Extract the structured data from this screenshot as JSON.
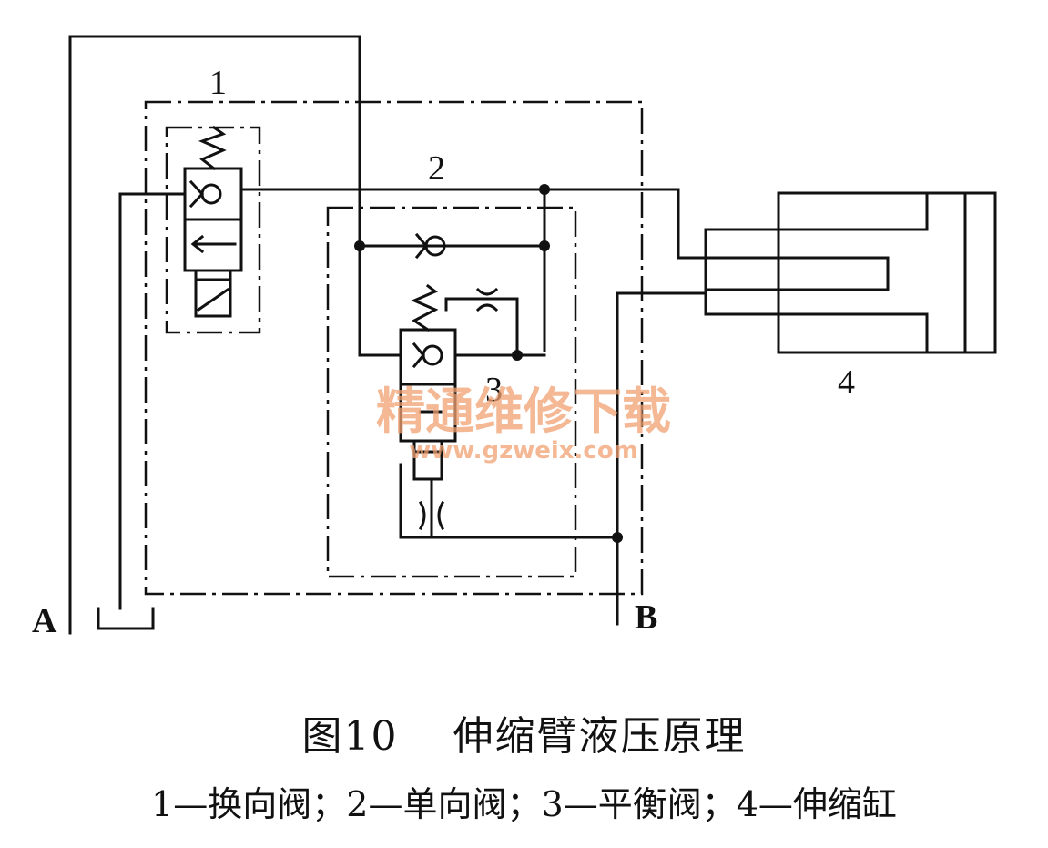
{
  "diagram": {
    "labels": {
      "component_1": "1",
      "component_2": "2",
      "component_3": "3",
      "component_4": "4",
      "port_a": "A",
      "port_b": "B"
    },
    "watermark": {
      "line1": "精通维修下载",
      "line2": "www.gzweix.com",
      "color": "#f0a070"
    }
  },
  "caption": {
    "figure_number": "图10",
    "title": "伸缩臂液压原理",
    "legend": [
      {
        "number": "1",
        "name": "换向阀"
      },
      {
        "number": "2",
        "name": "单向阀"
      },
      {
        "number": "3",
        "name": "平衡阀"
      },
      {
        "number": "4",
        "name": "伸缩缸"
      }
    ]
  }
}
